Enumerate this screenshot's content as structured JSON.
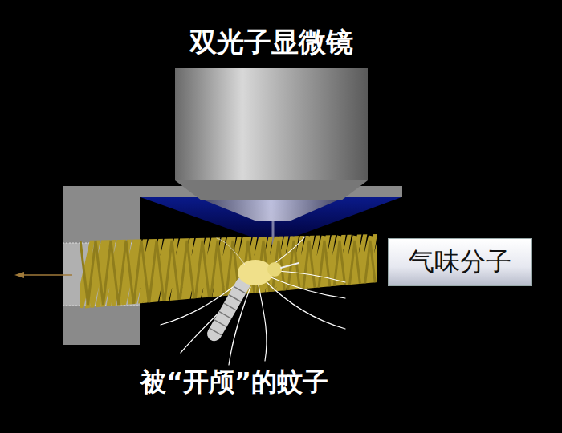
{
  "diagram": {
    "title": "双光子显微镜",
    "nodes": [
      {
        "text": [
          "气味分子"
        ]
      }
    ],
    "labels": [
      "被“开颅”的蚊子"
    ]
  }
}
